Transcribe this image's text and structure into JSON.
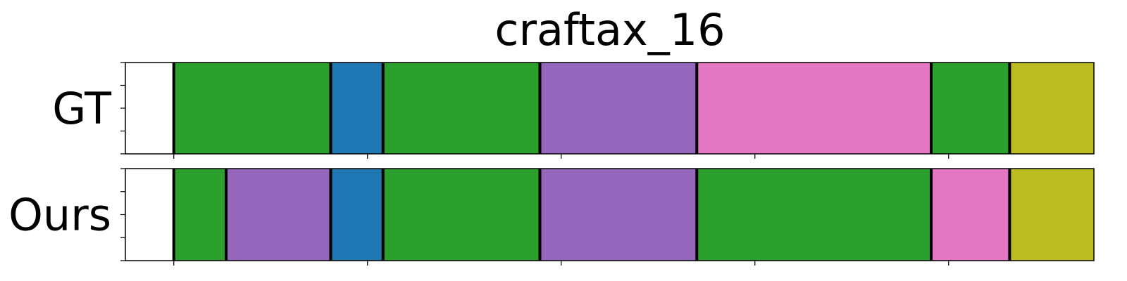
{
  "chart_data": {
    "type": "segmentation",
    "title": "craftax_16",
    "x_range": [
      0,
      1000
    ],
    "y_ticks": 5,
    "x_ticks": [
      50,
      250,
      450,
      650,
      850,
      1050
    ],
    "colors": {
      "green": "#2ca02c",
      "blue": "#1f77b4",
      "purple": "#9467bd",
      "pink": "#e377c2",
      "olive": "#bcbd22"
    },
    "rows": [
      {
        "label": "GT",
        "segments": [
          {
            "start": 50,
            "end": 212,
            "color": "green"
          },
          {
            "start": 212,
            "end": 266,
            "color": "blue"
          },
          {
            "start": 266,
            "end": 428,
            "color": "green"
          },
          {
            "start": 428,
            "end": 590,
            "color": "purple"
          },
          {
            "start": 590,
            "end": 832,
            "color": "pink"
          },
          {
            "start": 832,
            "end": 913,
            "color": "green"
          },
          {
            "start": 913,
            "end": 1046,
            "color": "olive"
          }
        ]
      },
      {
        "label": "Ours",
        "segments": [
          {
            "start": 50,
            "end": 104,
            "color": "green"
          },
          {
            "start": 104,
            "end": 212,
            "color": "purple"
          },
          {
            "start": 212,
            "end": 266,
            "color": "blue"
          },
          {
            "start": 266,
            "end": 428,
            "color": "green"
          },
          {
            "start": 428,
            "end": 590,
            "color": "purple"
          },
          {
            "start": 590,
            "end": 832,
            "color": "green"
          },
          {
            "start": 832,
            "end": 913,
            "color": "pink"
          },
          {
            "start": 913,
            "end": 1046,
            "color": "olive"
          }
        ]
      }
    ]
  }
}
